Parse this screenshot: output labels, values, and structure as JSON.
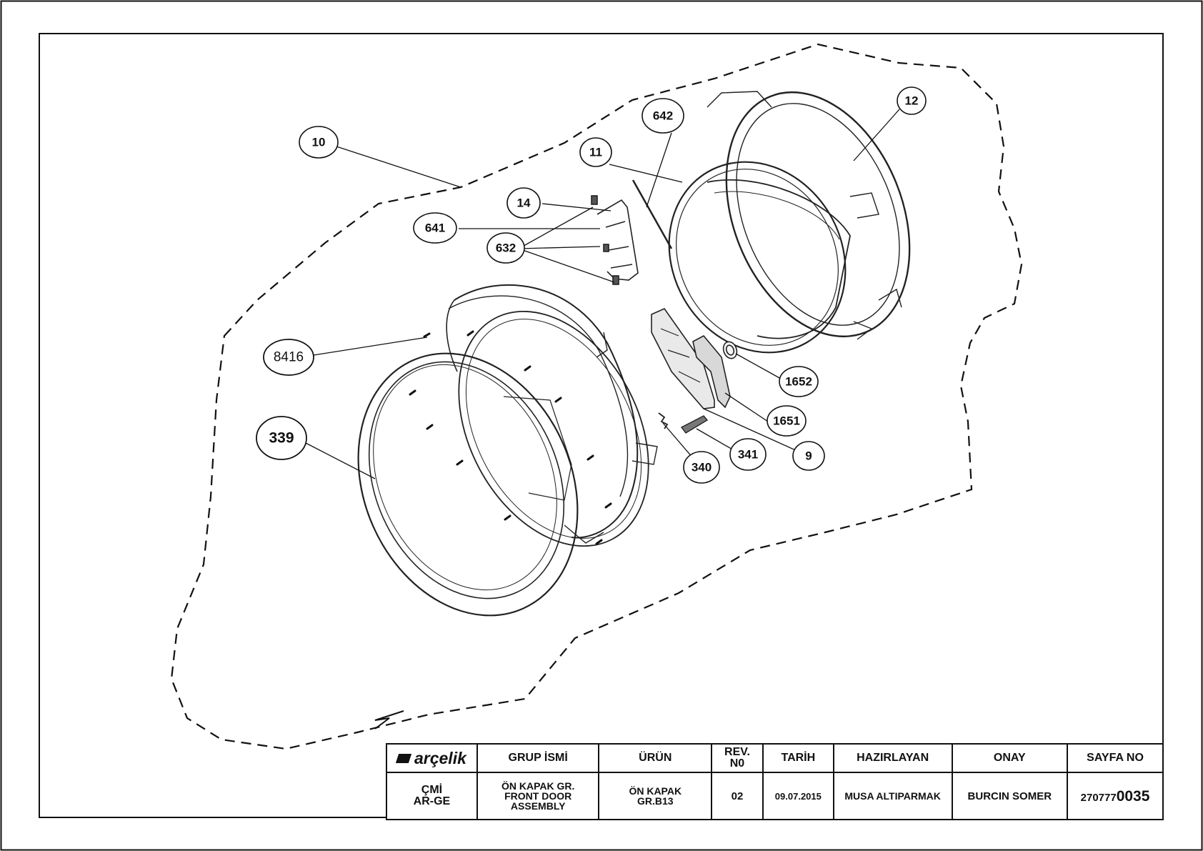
{
  "diagram": {
    "balloons": [
      {
        "id": "b10",
        "label": "10"
      },
      {
        "id": "b11",
        "label": "11"
      },
      {
        "id": "b12",
        "label": "12"
      },
      {
        "id": "b14",
        "label": "14"
      },
      {
        "id": "b632",
        "label": "632"
      },
      {
        "id": "b641",
        "label": "641"
      },
      {
        "id": "b642",
        "label": "642"
      },
      {
        "id": "b8416",
        "label": "8416"
      },
      {
        "id": "b339",
        "label": "339"
      },
      {
        "id": "b1652",
        "label": "1652"
      },
      {
        "id": "b1651",
        "label": "1651"
      },
      {
        "id": "b9",
        "label": "9"
      },
      {
        "id": "b340",
        "label": "340"
      },
      {
        "id": "b341",
        "label": "341"
      }
    ]
  },
  "title_block": {
    "logo": "arçelik",
    "headers": {
      "group_name": "GRUP İSMİ",
      "product": "ÜRÜN",
      "rev_line1": "REV.",
      "rev_line2": "N0",
      "date": "TARİH",
      "prepared_by": "HAZIRLAYAN",
      "approval": "ONAY",
      "page_no": "SAYFA NO"
    },
    "values": {
      "dept_line1": "ÇMİ",
      "dept_line2": "AR-GE",
      "group_line1": "ÖN KAPAK GR.",
      "group_line2": "FRONT DOOR",
      "group_line3": "ASSEMBLY",
      "product_line1": "ÖN KAPAK",
      "product_line2": "GR.B13",
      "rev": "02",
      "date": "09.07.2015",
      "prepared_by": "MUSA ALTIPARMAK",
      "approval": "BURCIN SOMER",
      "page_no_prefix": "270777",
      "page_no_suffix": "0035"
    }
  }
}
